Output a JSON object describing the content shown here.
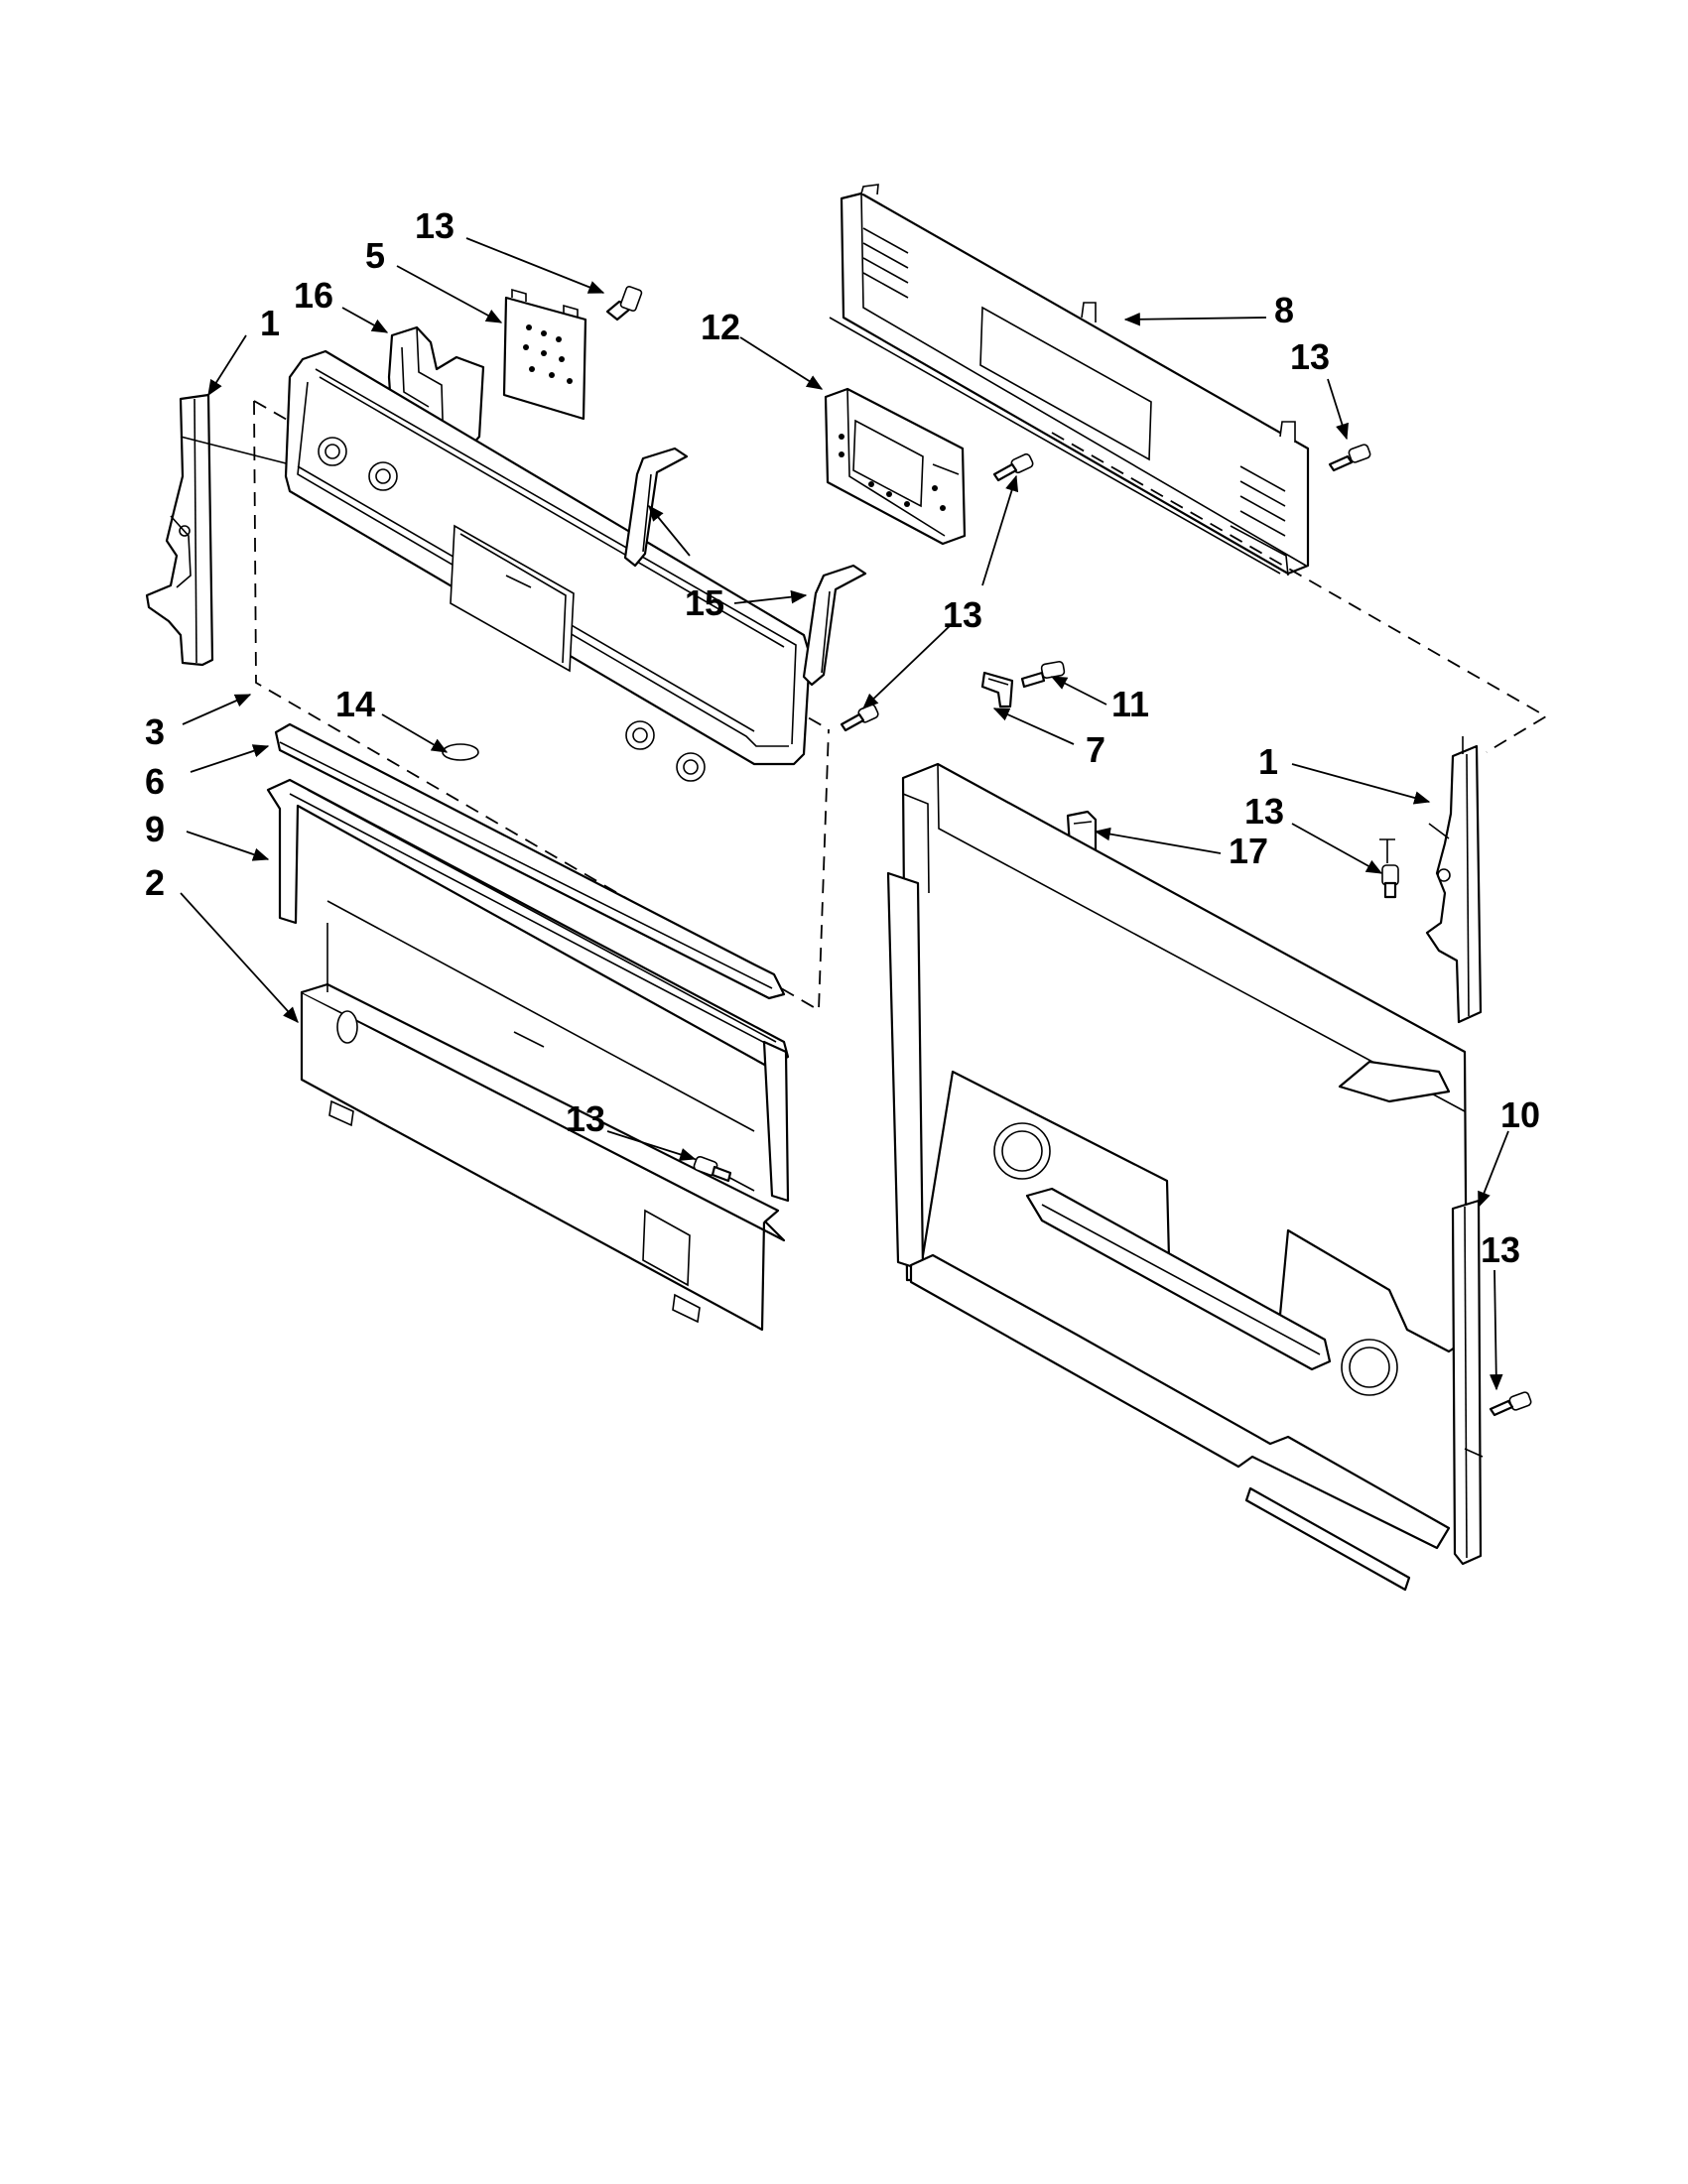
{
  "diagram": {
    "callouts": [
      "13",
      "5",
      "16",
      "1",
      "12",
      "8",
      "13",
      "15",
      "13",
      "11",
      "7",
      "3",
      "14",
      "6",
      "9",
      "2",
      "1",
      "13",
      "17",
      "13",
      "10",
      "13"
    ]
  }
}
